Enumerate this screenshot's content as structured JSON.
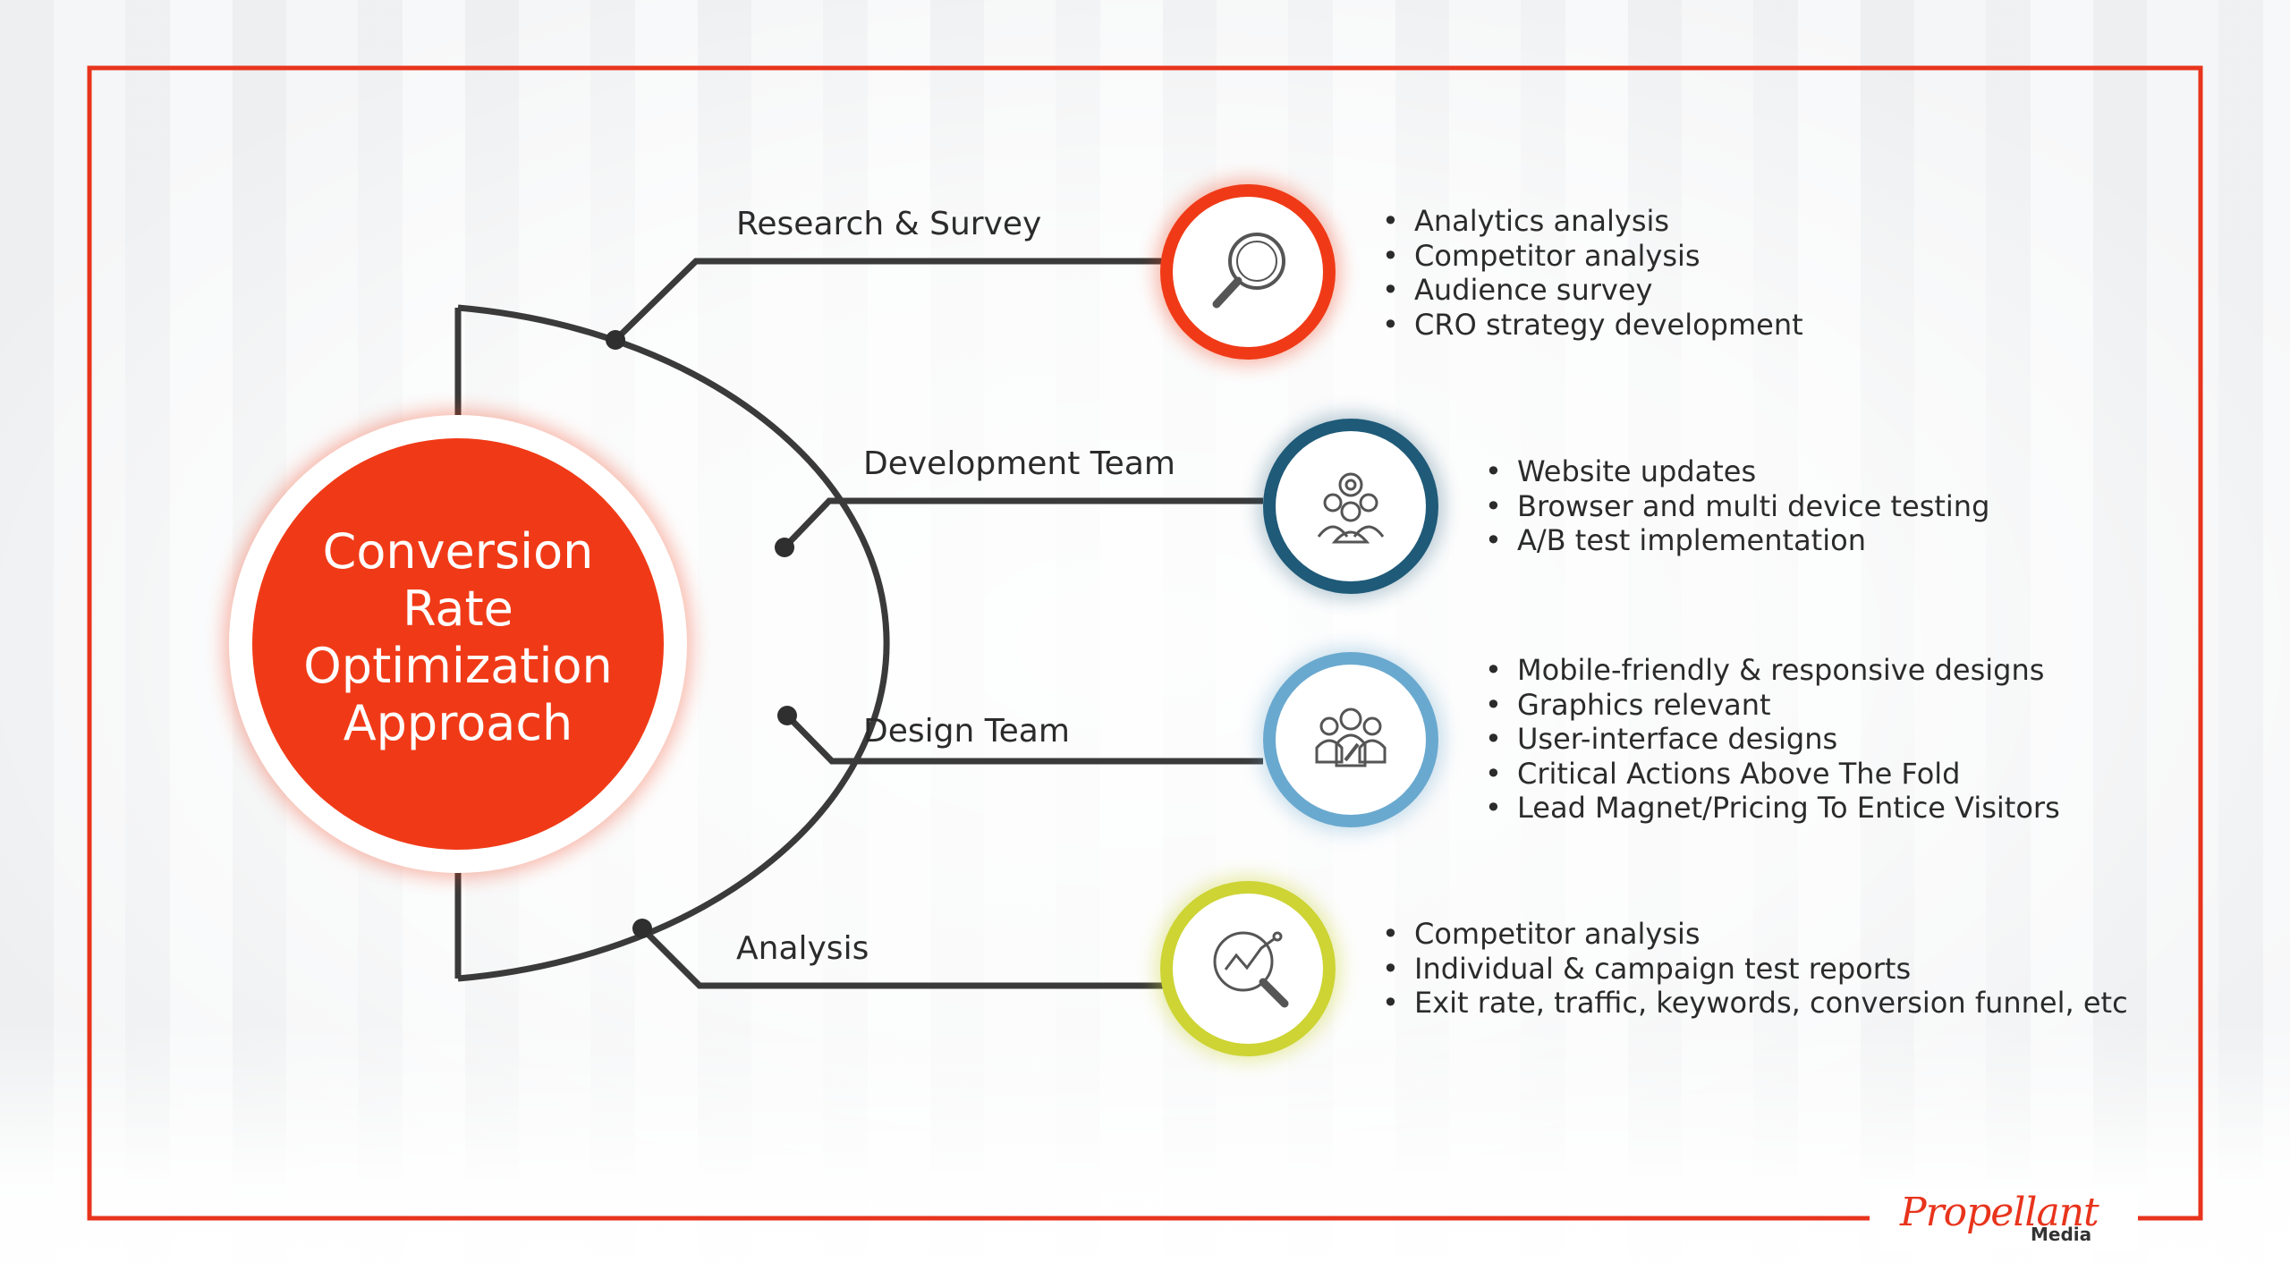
{
  "colors": {
    "frame": "#e8341c",
    "hub": "#f03a17",
    "research": "#f03a17",
    "development": "#1f5a78",
    "design": "#6aa9cf",
    "analysis": "#cdd433",
    "line": "#3a3a3a"
  },
  "hub": {
    "lines": [
      "Conversion",
      "Rate",
      "Optimization",
      "Approach"
    ]
  },
  "branches": [
    {
      "label": "Research & Survey",
      "icon": "magnifier-icon",
      "items": [
        "Analytics analysis",
        "Competitor analysis",
        "Audience survey",
        "CRO strategy development"
      ]
    },
    {
      "label": "Development Team",
      "icon": "team-gear-icon",
      "items": [
        "Website updates",
        "Browser and multi device testing",
        "A/B test implementation"
      ]
    },
    {
      "label": "Design Team",
      "icon": "team-design-icon",
      "items": [
        "Mobile-friendly & responsive designs",
        "Graphics relevant",
        "User-interface designs",
        "Critical Actions Above The Fold",
        "Lead Magnet/Pricing To Entice Visitors"
      ]
    },
    {
      "label": "Analysis",
      "icon": "analytics-magnifier-icon",
      "items": [
        "Competitor analysis",
        "Individual & campaign test reports",
        "Exit rate, traffic, keywords, conversion funnel, etc"
      ]
    }
  ],
  "logo": {
    "main": "Propellant",
    "sub": "Media"
  }
}
